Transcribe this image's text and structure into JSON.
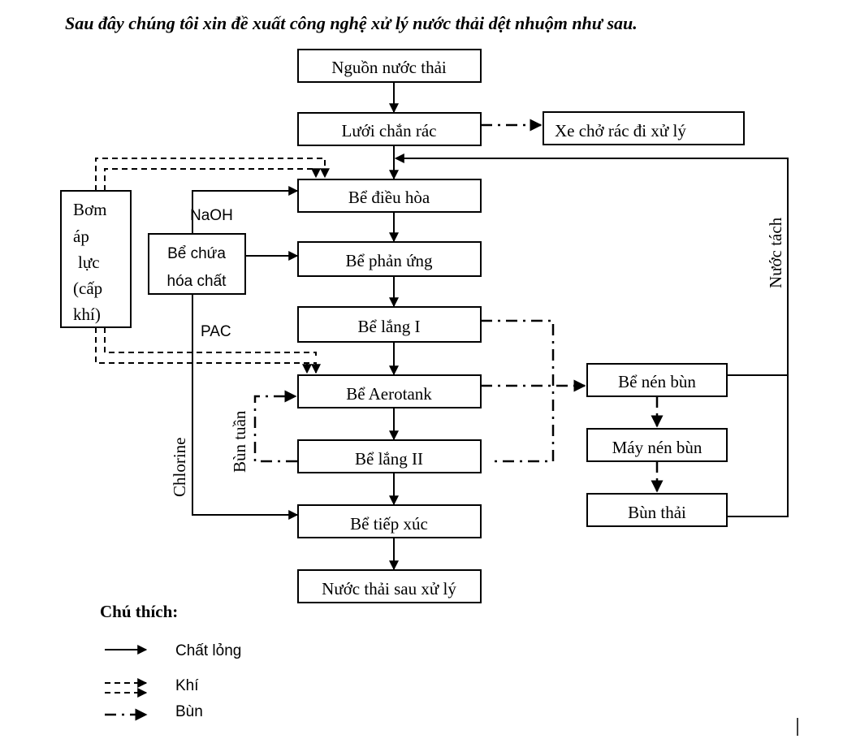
{
  "heading": "Sau đây chúng tôi xin đề xuất công nghệ xử lý nước thải dệt nhuộm như sau.",
  "nodes": {
    "source": "Nguồn nước thải",
    "screen": "Lưới chắn rác",
    "trash_truck": "Xe chở rác đi xử lý",
    "equalization": "Bể điều hòa",
    "reaction": "Bể phản ứng",
    "settling1": "Bể lắng I",
    "aerotank": "Bể Aerotank",
    "settling2": "Bể lắng II",
    "contact": "Bể tiếp xúc",
    "effluent": "Nước thải sau xử lý",
    "sludge_thickener": "Bể nén bùn",
    "sludge_press": "Máy nén bùn",
    "waste_sludge": "Bùn thải",
    "chem_tank_line1": "Bể chứa",
    "chem_tank_line2": "hóa chất",
    "blower_lines": [
      "Bơm",
      "áp",
      "lực",
      "(cấp",
      "khí)"
    ]
  },
  "labels": {
    "naoh": "NaOH",
    "pac": "PAC",
    "chlorine": "Chlorine",
    "return_sludge": "Bùn tuần",
    "separated_water": "Nước tách"
  },
  "legend": {
    "title": "Chú thích:",
    "items": [
      {
        "style": "solid",
        "label": "Chất lỏng"
      },
      {
        "style": "gas",
        "label": "Khí"
      },
      {
        "style": "sludge",
        "label": "Bùn"
      }
    ]
  }
}
